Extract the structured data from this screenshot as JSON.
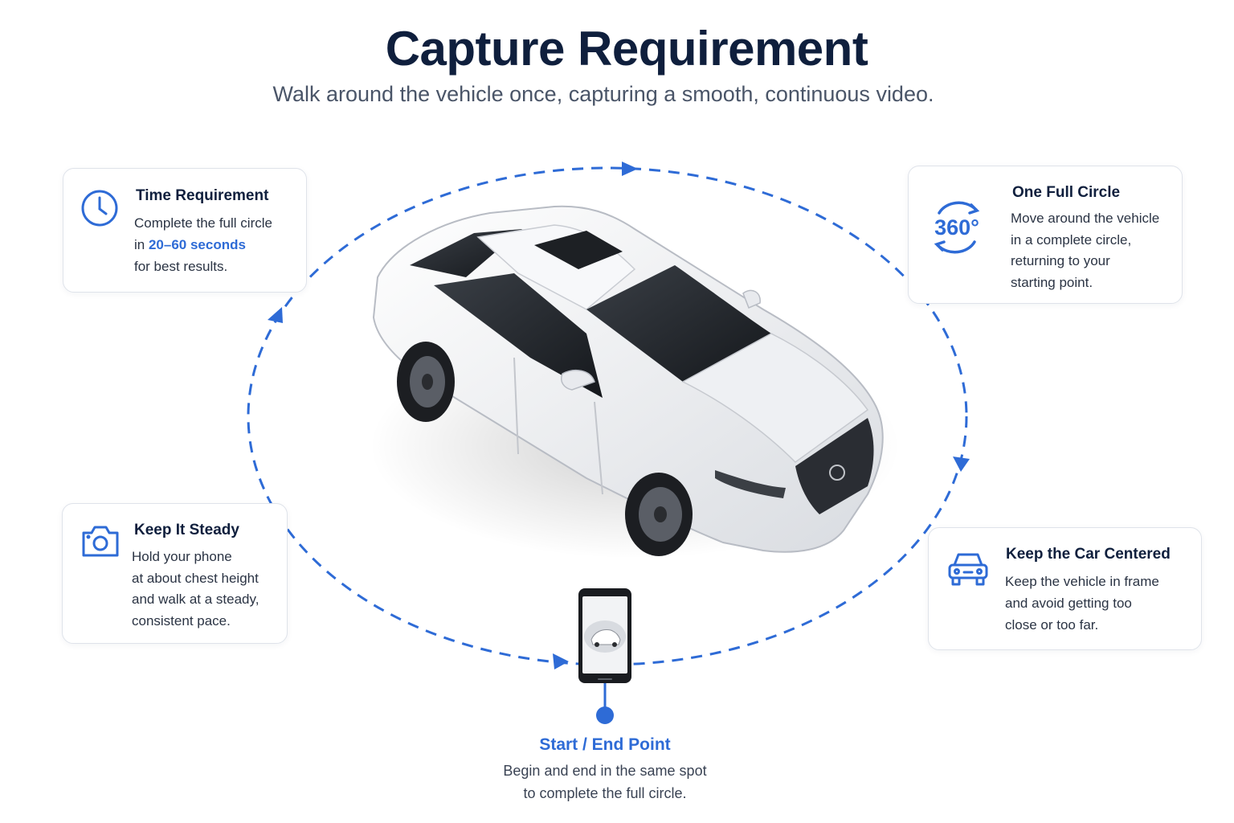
{
  "header": {
    "title": "Capture Requirement",
    "subtitle": "Walk around the vehicle once, capturing a smooth, continuous video."
  },
  "cards": {
    "time": {
      "icon": "clock-icon",
      "title": "Time Requirement",
      "line1": "Complete the full circle",
      "line2_prefix": "in ",
      "line2_highlight": "20–60 seconds",
      "line3": "for best results."
    },
    "circle": {
      "icon": "rotate-360-icon",
      "icon_text": "360°",
      "title": "One Full Circle",
      "lines": [
        "Move around the vehicle",
        "in a complete circle,",
        "returning to your",
        "starting point."
      ]
    },
    "steady": {
      "icon": "camera-icon",
      "title": "Keep It Steady",
      "lines": [
        "Hold your phone",
        "at about chest height",
        "and walk at a steady,",
        "consistent pace."
      ]
    },
    "center": {
      "icon": "car-front-icon",
      "title": "Keep the Car Centered",
      "lines": [
        "Keep the vehicle in frame",
        "and avoid getting too",
        "close or too far."
      ]
    }
  },
  "start_point": {
    "label": "Start / End Point",
    "lines": [
      "Begin and end in the same spot",
      "to complete the full circle."
    ]
  },
  "colors": {
    "accent": "#2e6bd6",
    "title": "#0f1f3d",
    "card_border": "#dfe3ea",
    "car_body": "#f3f4f6"
  }
}
